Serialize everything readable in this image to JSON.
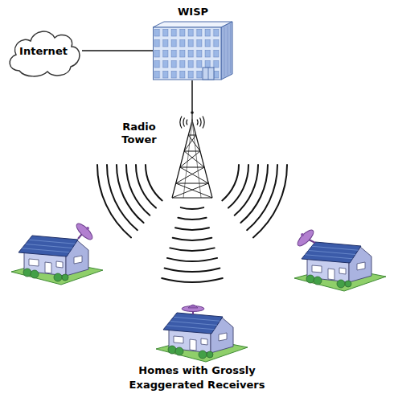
{
  "diagram": {
    "caption": "Homes with Grossly Exaggerated Receivers",
    "nodes": [
      {
        "text": [
          "Internet"
        ]
      },
      {
        "text": [
          "WISP"
        ]
      },
      {
        "text": [
          "Radio Tower"
        ]
      }
    ],
    "edges": [
      {
        "from": 0,
        "to": 1,
        "arrow": "none"
      },
      {
        "from": 1,
        "to": 2,
        "arrow": "none"
      }
    ]
  }
}
